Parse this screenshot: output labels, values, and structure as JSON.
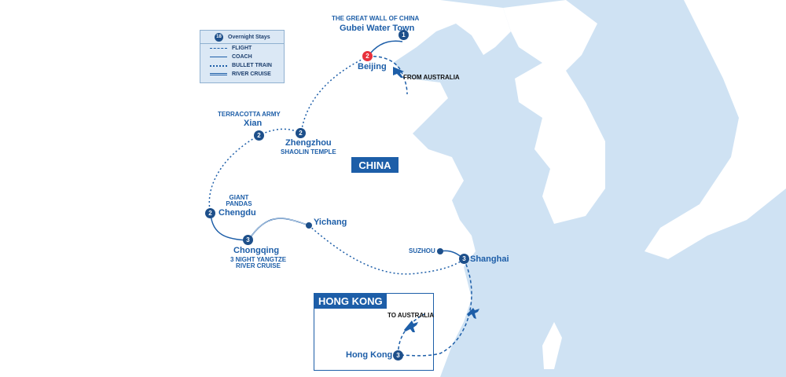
{
  "colors": {
    "sea": "#cfe2f3",
    "land": "#ffffff",
    "route": "#1d5ea8",
    "highlight_marker": "#e8313c",
    "marker": "#1d4f8a"
  },
  "legend": {
    "total_stays": "18",
    "title": "Overnight Stays",
    "items": [
      {
        "label": "FLIGHT",
        "style": "dashed"
      },
      {
        "label": "COACH",
        "style": "solid"
      },
      {
        "label": "BULLET TRAIN",
        "style": "dotted"
      },
      {
        "label": "RIVER CRUISE",
        "style": "double"
      }
    ]
  },
  "country_label": "CHINA",
  "inset_title": "HONG KONG",
  "places": {
    "great_wall": "THE GREAT WALL OF CHINA",
    "gubei": "Gubei Water Town",
    "gubei_stays": "1",
    "beijing": "Beijing",
    "beijing_stays": "2",
    "from_australia": "FROM AUSTRALIA",
    "terracotta": "TERRACOTTA ARMY",
    "xian": "Xian",
    "xian_stays": "2",
    "zhengzhou": "Zhengzhou",
    "shaolin": "SHAOLIN TEMPLE",
    "zhengzhou_stays": "2",
    "giant_pandas": "GIANT PANDAS",
    "chengdu": "Chengdu",
    "chengdu_stays": "2",
    "chongqing": "Chongqing",
    "cruise": "3 NIGHT YANGTZE RIVER CRUISE",
    "chongqing_stays": "3",
    "yichang": "Yichang",
    "suzhou": "SUZHOU",
    "shanghai": "Shanghai",
    "shanghai_stays": "3",
    "to_australia": "TO AUSTRALIA",
    "hong_kong": "Hong Kong",
    "hong_kong_stays": "3"
  }
}
